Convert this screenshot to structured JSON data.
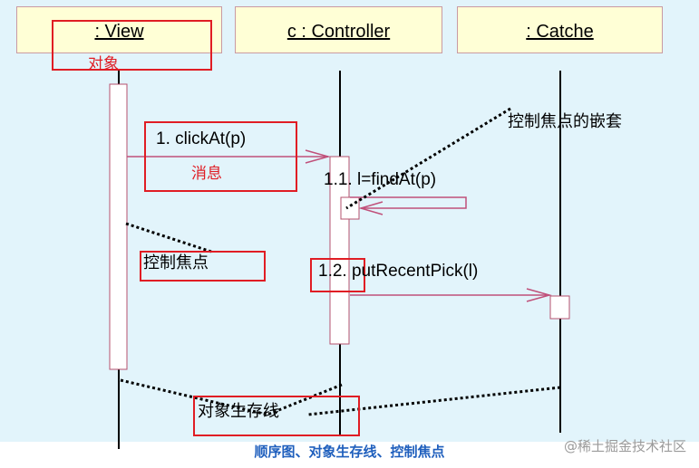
{
  "lifelines": {
    "view": ": View",
    "controller": "c : Controller",
    "catche": ": Catche"
  },
  "annotations": {
    "object": "对象",
    "message": "消息",
    "focus_nesting": "控制焦点的嵌套",
    "focus_of_control": "控制焦点",
    "lifeline": "对象生存线"
  },
  "messages": {
    "m1": "1. clickAt(p)",
    "m11": "1.1. l=findAt(p)",
    "m12": "1.2. putRecentPick(l)"
  },
  "caption": "顺序图、对象生存线、控制焦点",
  "watermark": "@稀土掘金技术社区",
  "colors": {
    "background": "#e2f4fb",
    "lifeline_box": "#ffffd6",
    "highlight_red": "#e01d24",
    "message_arrow": "#c0507a",
    "caption": "#1f5fbd"
  }
}
